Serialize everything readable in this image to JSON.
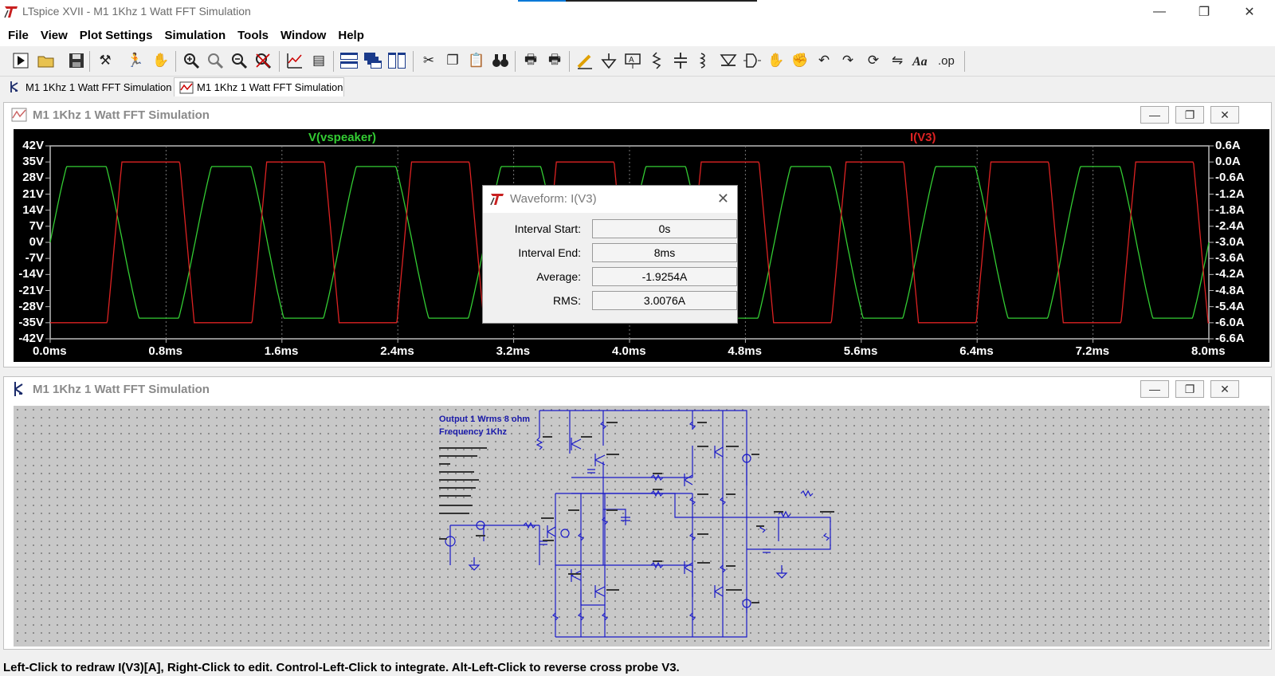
{
  "window": {
    "title": "LTspice XVII - M1 1Khz 1 Watt FFT Simulation",
    "minimize_glyph": "—",
    "maximize_glyph": "❐",
    "close_glyph": "✕"
  },
  "menu": [
    "File",
    "View",
    "Plot Settings",
    "Simulation",
    "Tools",
    "Window",
    "Help"
  ],
  "toolbar": {
    "icons": [
      "run-icon",
      "open-icon",
      "save-icon",
      "control-panel-icon",
      "halt-icon",
      "pan-icon",
      "zoom-in-icon",
      "zoom-to-fit-icon",
      "zoom-out-icon",
      "zoom-cancel-icon",
      "autorange-icon",
      "plot-settings-icon",
      "tile-horizontal-icon",
      "cascade-icon",
      "tile-vertical-icon",
      "cut-icon",
      "copy-icon",
      "paste-icon",
      "find-icon",
      "print-setup-icon",
      "print-icon",
      "draw-wire-icon",
      "ground-icon",
      "label-net-icon",
      "resistor-icon",
      "capacitor-icon",
      "inductor-icon",
      "diode-icon",
      "component-icon",
      "move-icon",
      "drag-icon",
      "undo-icon",
      "redo-icon",
      "rotate-icon",
      "mirror-icon",
      "text-icon",
      "spice-directive-icon"
    ]
  },
  "tabs": [
    {
      "label": "M1 1Khz 1 Watt FFT Simulation",
      "active": false
    },
    {
      "label": "M1 1Khz 1 Watt FFT Simulation",
      "active": true
    }
  ],
  "waveform_window": {
    "title": "M1 1Khz 1 Watt FFT Simulation",
    "minimize_glyph": "—",
    "restore_glyph": "❐",
    "close_glyph": "✕"
  },
  "schematic_window": {
    "title": "M1 1Khz 1 Watt FFT Simulation",
    "minimize_glyph": "—",
    "restore_glyph": "❐",
    "close_glyph": "✕",
    "annotation_line1": "Output 1 Wrms 8 ohm",
    "annotation_line2": "Frequency 1Khz"
  },
  "chart_data": {
    "type": "line",
    "series": [
      {
        "name": "V(vspeaker)",
        "color": "#33cc33",
        "axis": "left",
        "frequency_khz": 1.0,
        "amplitude": 35,
        "clip_level": 33
      },
      {
        "name": "I(V3)",
        "color": "#dd2222",
        "axis": "right",
        "frequency_khz": 1.0,
        "high": 0.0,
        "low": -6.0
      }
    ],
    "x": {
      "min": 0,
      "max": 8.0,
      "unit": "ms",
      "ticks": [
        "0.0ms",
        "0.8ms",
        "1.6ms",
        "2.4ms",
        "3.2ms",
        "4.0ms",
        "4.8ms",
        "5.6ms",
        "6.4ms",
        "7.2ms",
        "8.0ms"
      ]
    },
    "y_left": {
      "min": -42,
      "max": 42,
      "ticks": [
        "42V",
        "35V",
        "28V",
        "21V",
        "14V",
        "7V",
        "0V",
        "-7V",
        "-14V",
        "-21V",
        "-28V",
        "-35V",
        "-42V"
      ]
    },
    "y_right": {
      "min": -6.6,
      "max": 0.6,
      "ticks": [
        "0.6A",
        "0.0A",
        "-0.6A",
        "-1.2A",
        "-1.8A",
        "-2.4A",
        "-3.0A",
        "-3.6A",
        "-4.2A",
        "-4.8A",
        "-5.4A",
        "-6.0A",
        "-6.6A"
      ]
    },
    "grid": true,
    "background": "#000000"
  },
  "dialog": {
    "title": "Waveform: I(V3)",
    "close_glyph": "✕",
    "rows": [
      {
        "label": "Interval Start:",
        "value": "0s"
      },
      {
        "label": "Interval End:",
        "value": "8ms"
      },
      {
        "label": "Average:",
        "value": "-1.9254A"
      },
      {
        "label": "RMS:",
        "value": "3.0076A"
      }
    ]
  },
  "status": "Left-Click to redraw I(V3)[A],  Right-Click to edit. Control-Left-Click to integrate. Alt-Left-Click to reverse cross probe V3."
}
